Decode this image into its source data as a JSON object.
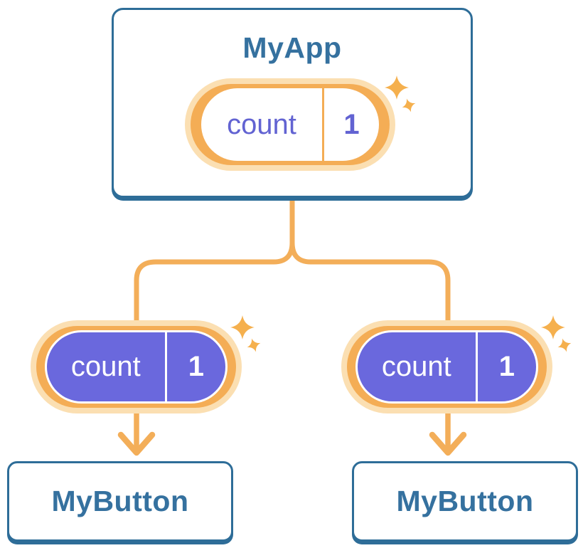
{
  "diagram": {
    "description": "Component tree sharing state",
    "root": {
      "title": "MyApp",
      "state": {
        "name": "count",
        "value": "1"
      }
    },
    "children": [
      {
        "title": "MyButton",
        "state": {
          "name": "count",
          "value": "1"
        }
      },
      {
        "title": "MyButton",
        "state": {
          "name": "count",
          "value": "1"
        }
      }
    ]
  },
  "colors": {
    "background": "#ffffff",
    "node_border_blue": "#2e6d98",
    "node_title_blue": "#35719f",
    "connector_orange": "#f3ae59",
    "pill_ring_orange": "#f4ad55",
    "pill_halo_cream": "#fbdfb2",
    "pill_fill_purple": "#6a68dd",
    "state_text_purple": "#6263d2",
    "state_text_white": "#ffffff",
    "sparkle_orange": "#f5b04e"
  }
}
